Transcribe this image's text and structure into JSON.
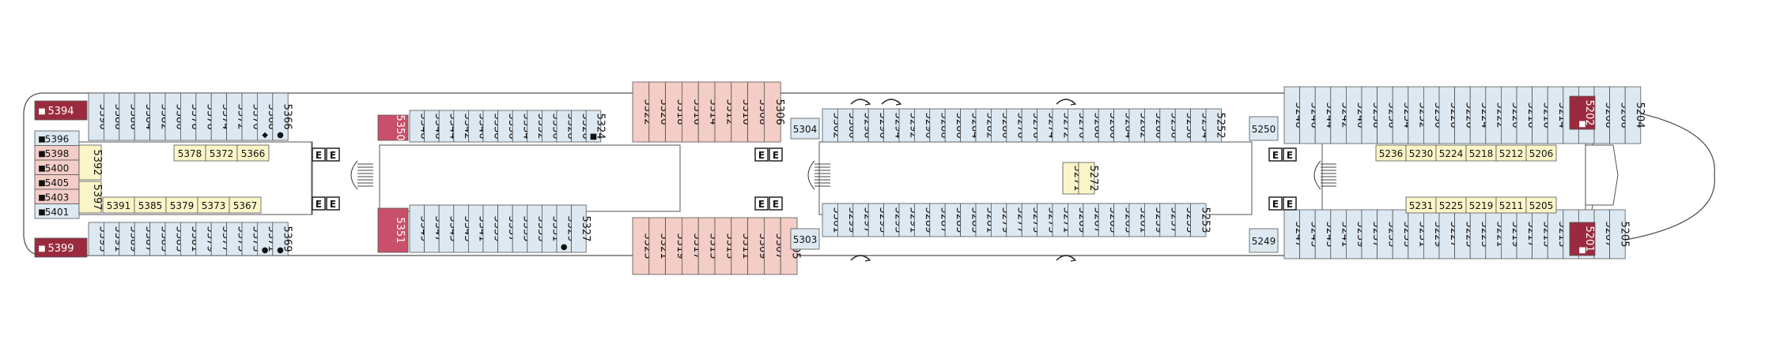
{
  "colors": {
    "blue": "#dde9f2",
    "pink": "#f3cdc6",
    "yellow": "#fbf5c8",
    "suite": "#9a2b3f",
    "suite2": "#c9506a",
    "outline": "#555555",
    "interior": "#ffffff"
  },
  "forward_top": {
    "prefix": "5",
    "first": 390,
    "step": -2,
    "count": 13,
    "marks": [
      "",
      "",
      "",
      "",
      "",
      "",
      "",
      "",
      "",
      "",
      "",
      "◆",
      "●"
    ]
  },
  "forward_bottom": {
    "prefix": "5",
    "first": 393,
    "step": -2,
    "count": 13,
    "marks": [
      "",
      "",
      "",
      "",
      "",
      "",
      "",
      "",
      "",
      "",
      "",
      "●",
      "●"
    ]
  },
  "stern_left": {
    "top_suite": "5394",
    "bottom_suite": "5399",
    "rows": [
      {
        "num": "5396",
        "color": "blue"
      },
      {
        "num": "5398",
        "color": "pink"
      },
      {
        "num": "5400",
        "color": "pink"
      },
      {
        "num": "5405",
        "color": "pink"
      },
      {
        "num": "5403",
        "color": "pink"
      },
      {
        "num": "5401",
        "color": "blue"
      }
    ]
  },
  "inner_left": {
    "top": [
      "5378",
      "5372",
      "5366"
    ],
    "bottom": [
      "5391",
      "5385",
      "5379",
      "5373",
      "5367"
    ],
    "side_top": "5392",
    "side_bottom": "5397"
  },
  "mid1_top": {
    "special": "5350",
    "first": 348,
    "step": -2,
    "count": 13,
    "marks": [
      "",
      "",
      "",
      "",
      "",
      "",
      "",
      "",
      "",
      "",
      "",
      "",
      "■"
    ]
  },
  "mid1_bottom": {
    "special": "5351",
    "first": 349,
    "step": -2,
    "count": 12,
    "marks": [
      "",
      "",
      "",
      "",
      "",
      "",
      "",
      "",
      "",
      "",
      "●",
      ""
    ]
  },
  "pink_top": {
    "first": 322,
    "step": -2,
    "count": 9
  },
  "pink_bottom": {
    "first": 323,
    "step": -2,
    "count": 10
  },
  "stairs_top": "5304",
  "stairs_bottom": "5303",
  "center_top": {
    "first": 302,
    "step": -2,
    "count": 26
  },
  "center_bottom": {
    "first": 301,
    "step": -2,
    "count": 25
  },
  "center_top_end": "5250",
  "center_bottom_end": "5249",
  "center_yellow": [
    "5271",
    "5272"
  ],
  "aft_top": {
    "first": 248,
    "step": -2,
    "count": 23
  },
  "aft_bottom": {
    "first": 247,
    "step": -2,
    "count": 22
  },
  "aft_inner_top": [
    "5236",
    "5230",
    "5224",
    "5218",
    "5212",
    "5206"
  ],
  "aft_inner_bottom": [
    "5231",
    "5225",
    "5219",
    "5211",
    "5205"
  ],
  "bow_top_suite": "5202",
  "bow_bottom_suite": "5201",
  "elevator_label": "E"
}
